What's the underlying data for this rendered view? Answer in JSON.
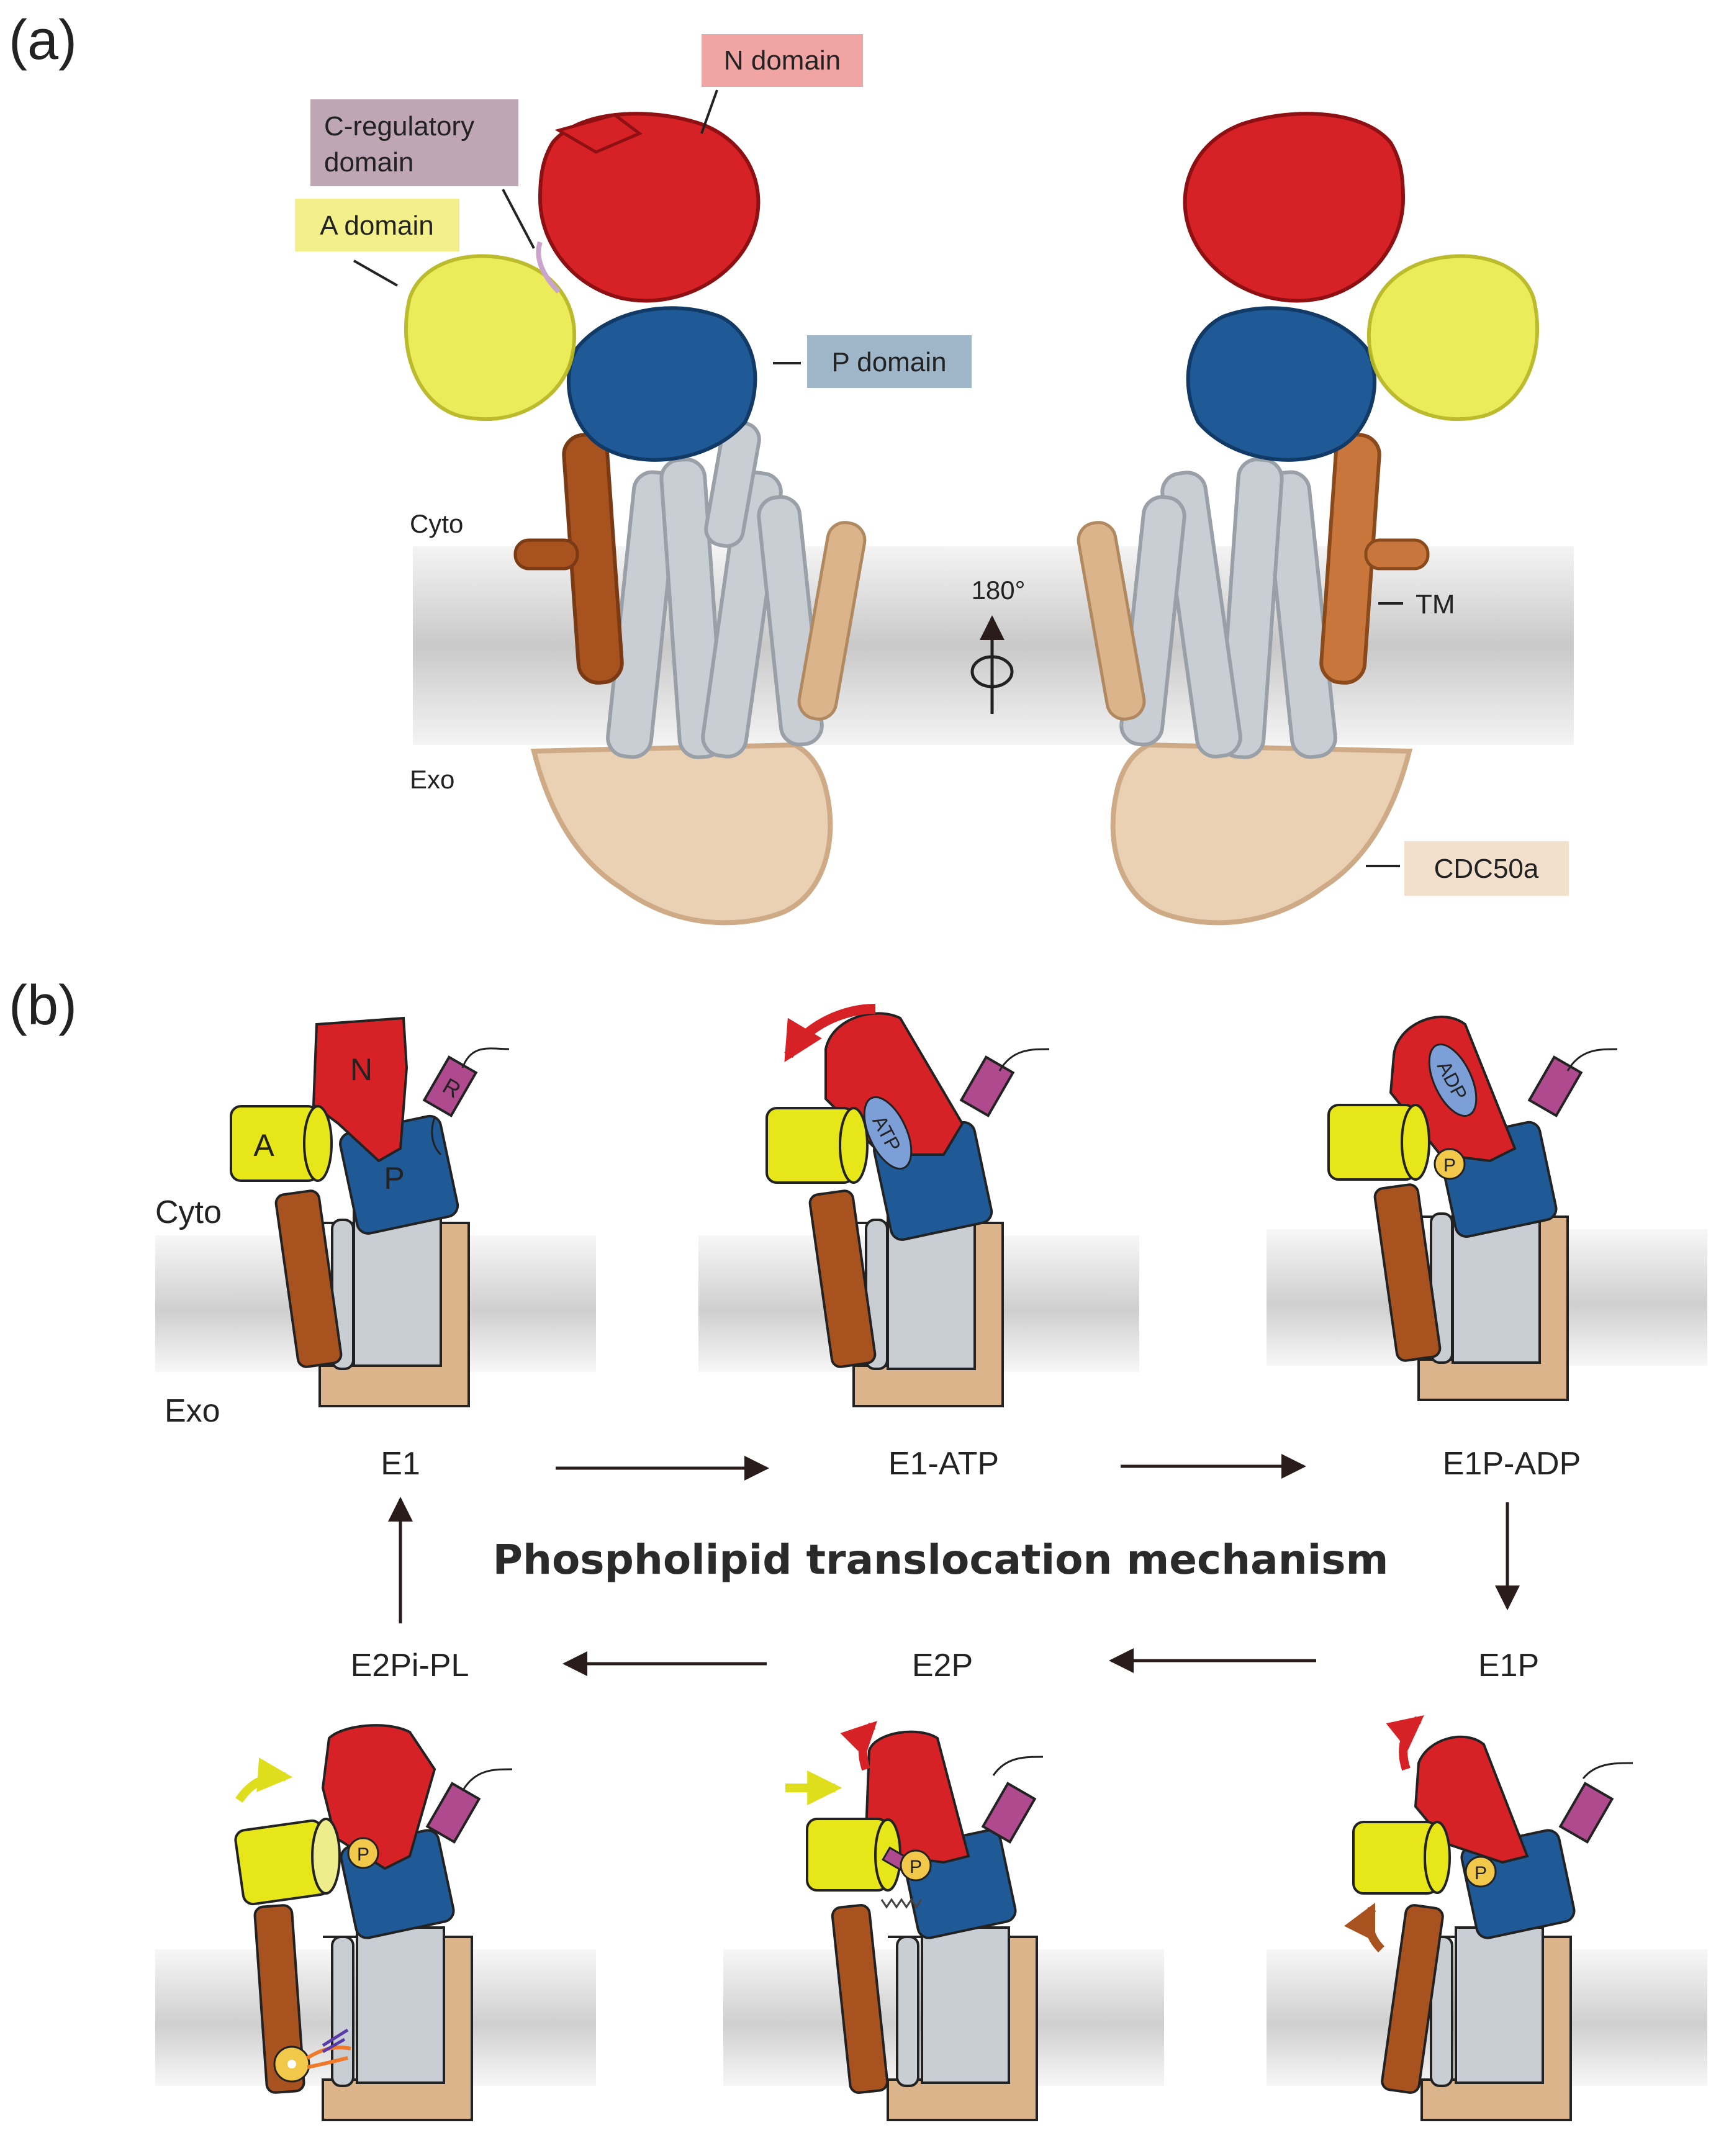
{
  "panel_a": {
    "label": "(a)",
    "callouts": {
      "n_domain": "N domain",
      "c_regulatory_line1": "C-regulatory",
      "c_regulatory_line2": "domain",
      "a_domain": "A domain",
      "p_domain": "P domain",
      "tm": "TM",
      "cdc50a": "CDC50a"
    },
    "cyto": "Cyto",
    "exo": "Exo",
    "rotation": "180°"
  },
  "panel_b": {
    "label": "(b)",
    "cyto": "Cyto",
    "exo": "Exo",
    "title": "Phospholipid translocation mechanism",
    "states": {
      "e1": "E1",
      "e1_atp": "E1-ATP",
      "e1p_adp": "E1P-ADP",
      "e1p": "E1P",
      "e2p": "E2P",
      "e2pi_pl": "E2Pi-PL"
    },
    "domain_letters": {
      "a": "A",
      "n": "N",
      "p": "P",
      "r": "R",
      "phosphate": "P"
    },
    "ligands": {
      "atp": "ATP",
      "adp": "ADP"
    }
  },
  "colors": {
    "n_domain": "#d62226",
    "a_domain": "#e6e619",
    "p_domain": "#1f5a96",
    "r_domain": "#b04a8e",
    "tm_helix": "#a85220",
    "tm_core": "#c9cdd4",
    "cdc50a": "#dcb48c",
    "membrane": "#dcdcdc",
    "callout_n": "#f0a4a4",
    "callout_c": "#bfa6b4",
    "callout_a": "#f3f08c",
    "callout_p": "#9fb6c8",
    "callout_cdc": "#f3e0cc"
  }
}
